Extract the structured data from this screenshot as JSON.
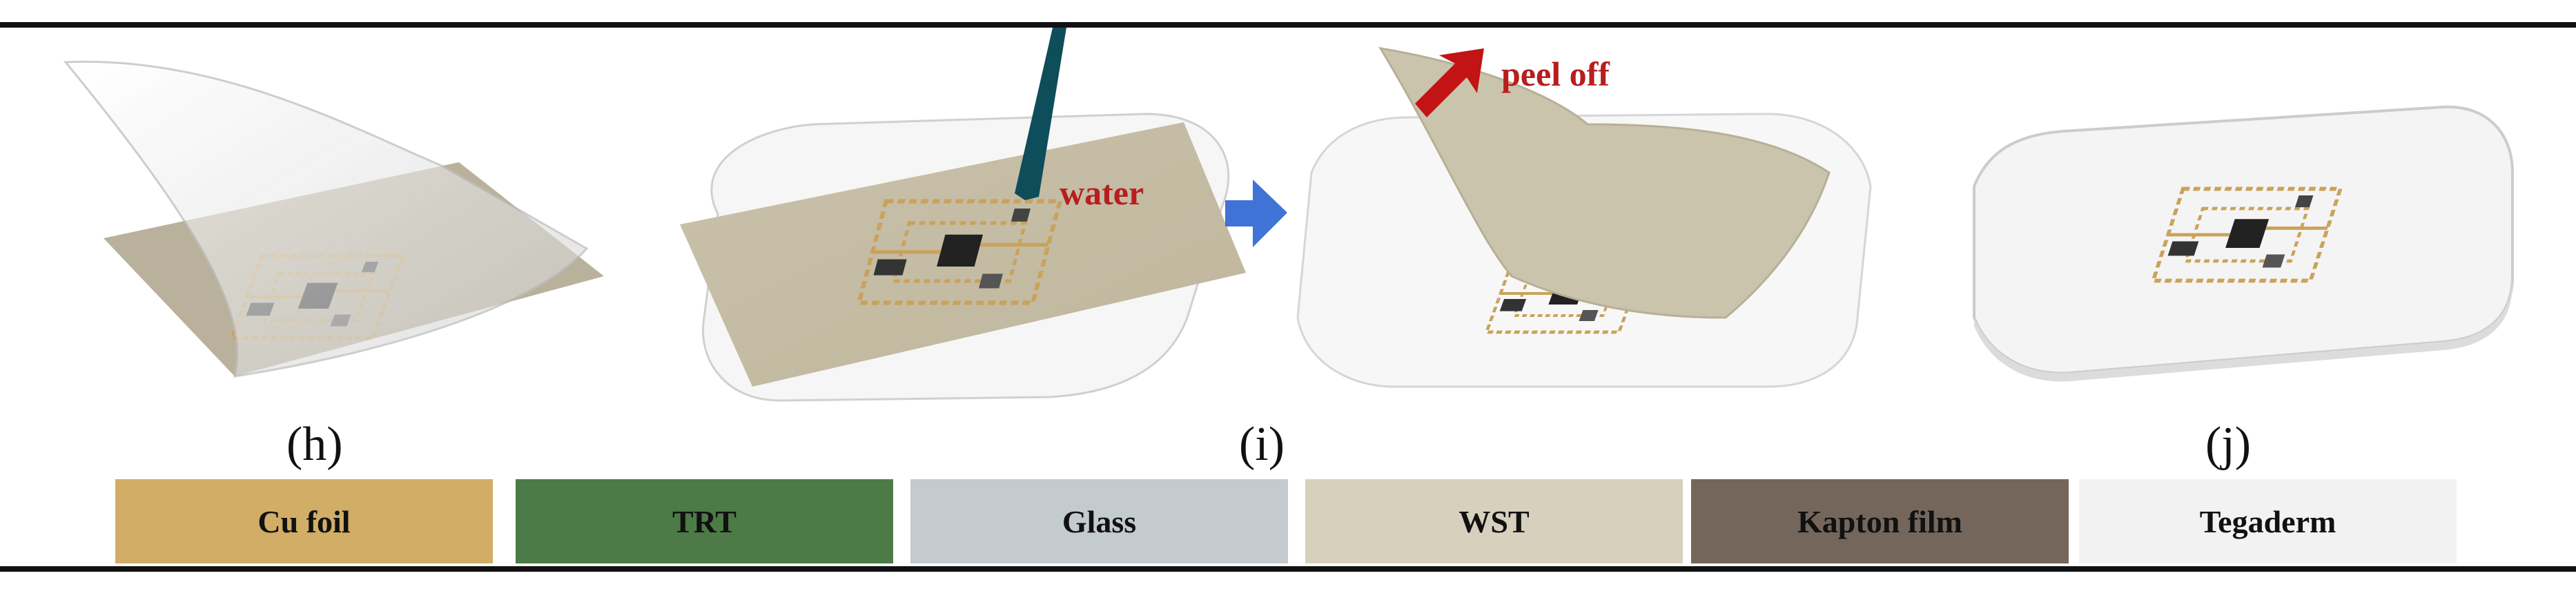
{
  "panels": {
    "h": "(h)",
    "i": "(i)",
    "j": "(j)"
  },
  "callouts": {
    "water": "water",
    "peel": "peel off"
  },
  "legend": [
    {
      "label": "Cu foil",
      "color": "#d1ad66"
    },
    {
      "label": "TRT",
      "color": "#4c7b47"
    },
    {
      "label": "Glass",
      "color": "#c3cbcf"
    },
    {
      "label": "WST",
      "color": "#d7d0bd"
    },
    {
      "label": "Kapton film",
      "color": "#74665b"
    },
    {
      "label": "Tegaderm",
      "color": "#f2f2f2"
    }
  ],
  "colors": {
    "arrow_blue": "#3f73d6",
    "arrow_red": "#c21414",
    "pipette": "#0e4d5a"
  },
  "icons": [
    "right-arrow-icon",
    "peel-arrow-icon",
    "pipette-icon"
  ]
}
